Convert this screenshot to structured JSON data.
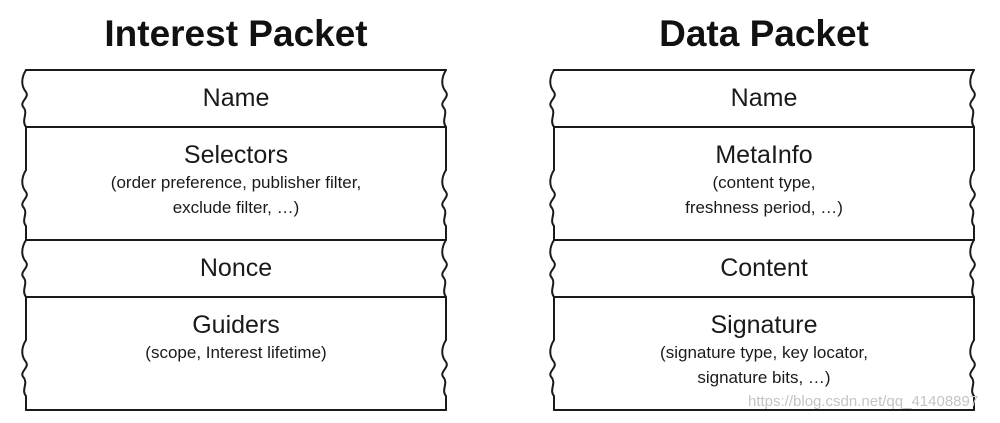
{
  "interest_packet": {
    "title": "Interest Packet",
    "fields": [
      {
        "name": "Name",
        "description": ""
      },
      {
        "name": "Selectors",
        "description": "(order preference, publisher filter,\nexclude filter, …)"
      },
      {
        "name": "Nonce",
        "description": ""
      },
      {
        "name": "Guiders",
        "description": "(scope, Interest lifetime)"
      }
    ]
  },
  "data_packet": {
    "title": "Data Packet",
    "fields": [
      {
        "name": "Name",
        "description": ""
      },
      {
        "name": "MetaInfo",
        "description": "(content type,\nfreshness period, …)"
      },
      {
        "name": "Content",
        "description": ""
      },
      {
        "name": "Signature",
        "description": "(signature type, key locator,\nsignature bits, …)"
      }
    ]
  },
  "watermark": "https://blog.csdn.net/qq_41408897",
  "colors": {
    "stroke": "#1a1a1a",
    "text": "#111111",
    "watermark": "#c4c4c4"
  }
}
